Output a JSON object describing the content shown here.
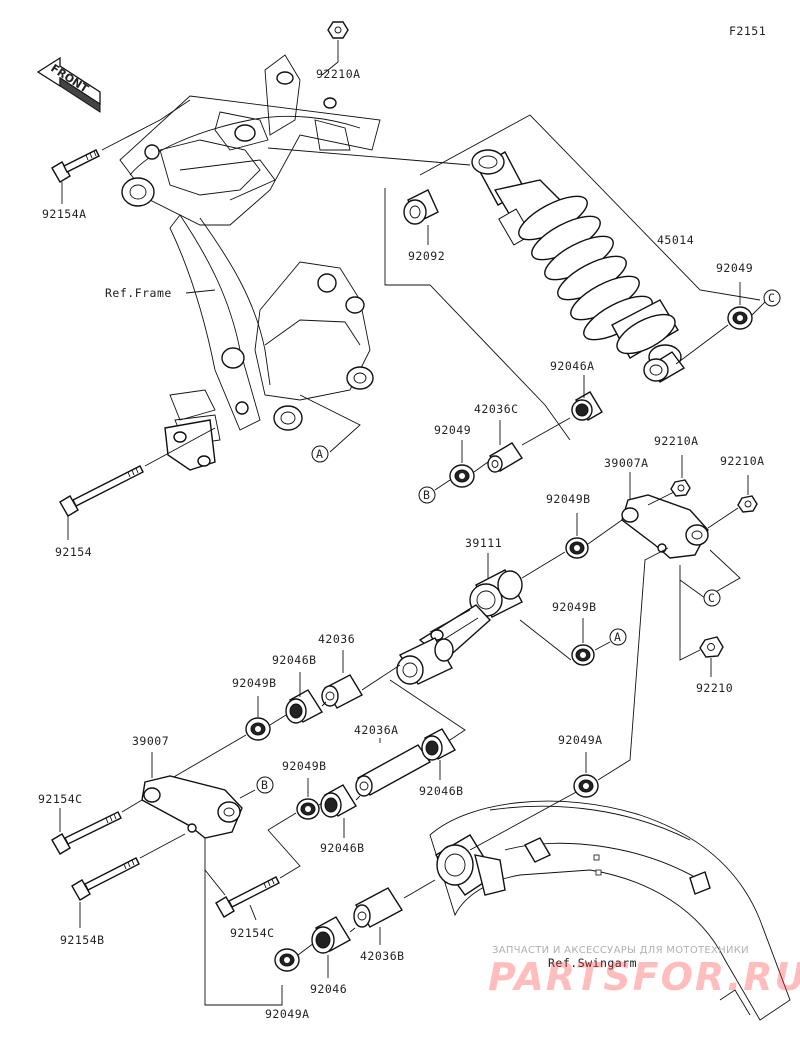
{
  "figure_code": "F2151",
  "front_label": "FRONT",
  "ref_frame": "Ref.Frame",
  "ref_swingarm": "Ref.Swingarm",
  "callouts": {
    "a": "A",
    "b": "B",
    "c": "C"
  },
  "parts": {
    "p92210A_top": "92210A",
    "p92154A": "92154A",
    "p92092": "92092",
    "p45014": "45014",
    "p92049": "92049",
    "p92046A": "92046A",
    "p42036C": "42036C",
    "p92049_left": "92049",
    "p92154": "92154",
    "p92210A_1": "92210A",
    "p92210A_2": "92210A",
    "p39007A": "39007A",
    "p92049B_1": "92049B",
    "p39111": "39111",
    "p92049B_2": "92049B",
    "p42036": "42036",
    "p92046B_1": "92046B",
    "p92049B_3": "92049B",
    "p92210": "92210",
    "p39007": "39007",
    "p42036A": "42036A",
    "p92049B_4": "92049B",
    "p92046B_2": "92046B",
    "p92046B_3": "92046B",
    "p92049A_right": "92049A",
    "p92154C_1": "92154C",
    "p92154B": "92154B",
    "p92154C_2": "92154C",
    "p92046": "92046",
    "p42036B": "42036B",
    "p92049A_bottom": "92049A"
  },
  "watermark": {
    "caption": "ЗАПЧАСТИ И АКСЕССУАРЫ ДЛЯ МОТОТЕХНИКИ",
    "brand": "PARTSFOR.RU"
  }
}
